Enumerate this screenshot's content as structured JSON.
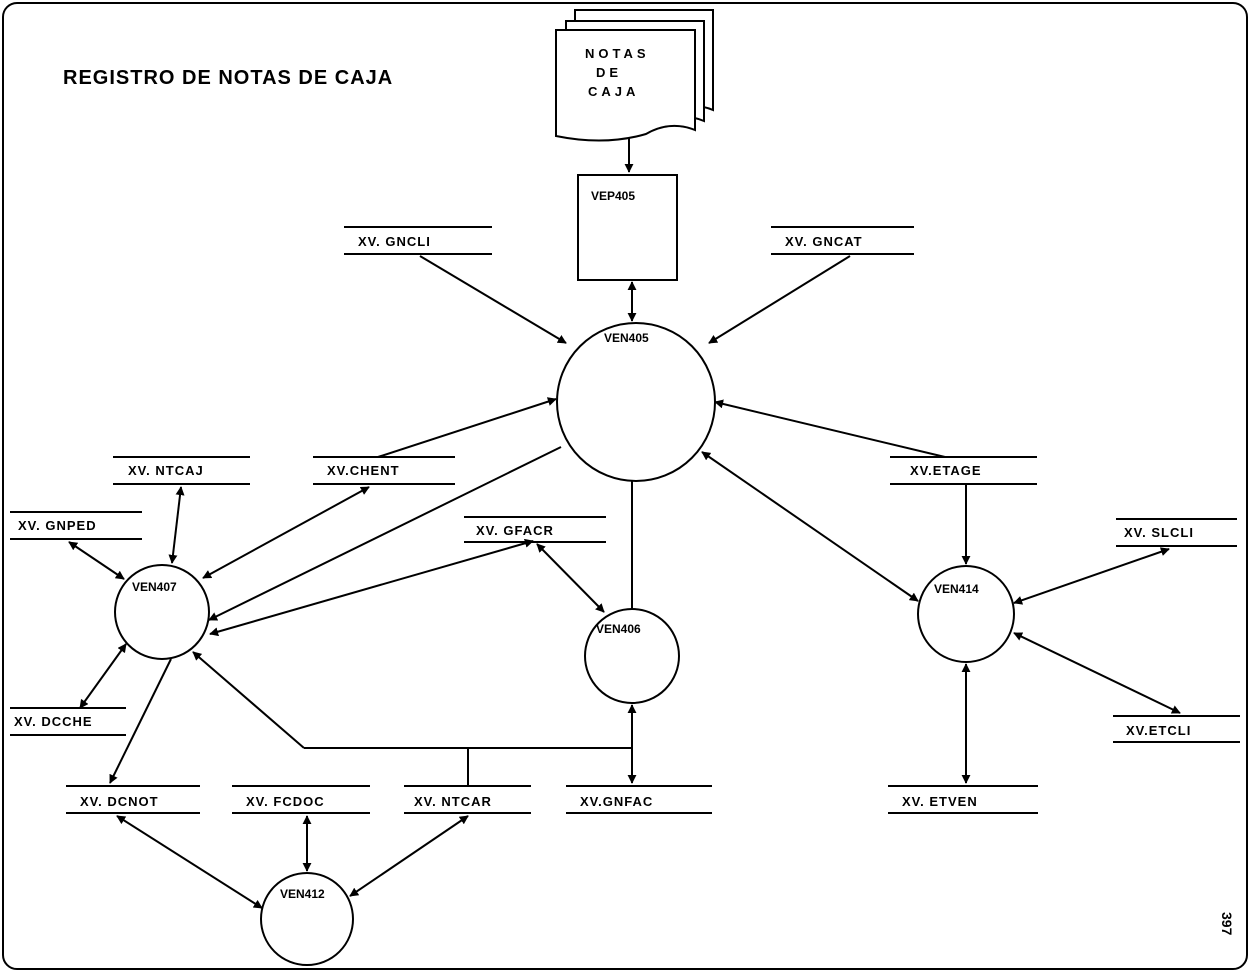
{
  "title": "REGISTRO DE NOTAS DE CAJA",
  "document": {
    "lines": [
      "NOTAS",
      "DE",
      "CAJA"
    ]
  },
  "programs": {
    "vep405": "VEP405"
  },
  "processes": {
    "ven405": "VEN405",
    "ven407": "VEN407",
    "ven406": "VEN406",
    "ven414": "VEN414",
    "ven412": "VEN412"
  },
  "stores": {
    "gncli": "XV. GNCLI",
    "gncat": "XV. GNCAT",
    "ntcaj": "XV. NTCAJ",
    "chent": "XV.CHENT",
    "etage": "XV.ETAGE",
    "gnped": "XV. GNPED",
    "gfacr": "XV. GFACR",
    "slcli": "XV. SLCLI",
    "dcche": "XV. DCCHE",
    "etcli": "XV.ETCLI",
    "dcnot": "XV. DCNOT",
    "fcdoc": "XV. FCDOC",
    "ntcar": "XV. NTCAR",
    "gnfac": "XV.GNFAC",
    "etven": "XV. ETVEN"
  },
  "page_number": "397"
}
